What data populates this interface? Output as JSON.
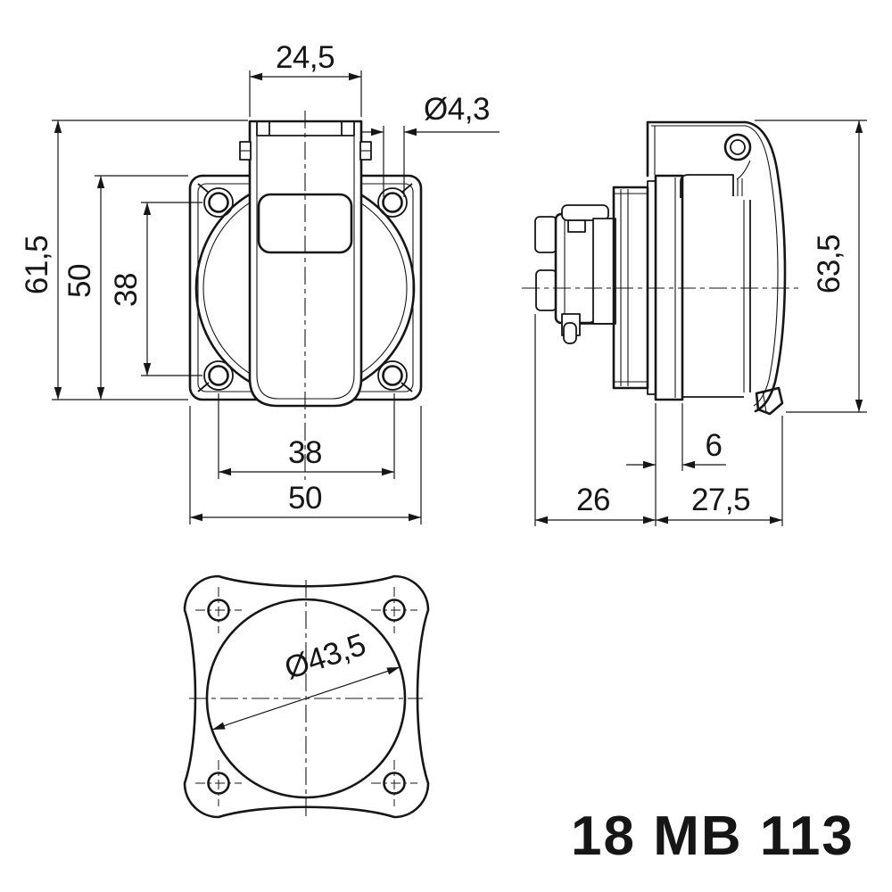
{
  "drawing": {
    "part_number": "18 MB 113",
    "views": {
      "front": {
        "dims": {
          "neck_width": "24,5",
          "screw_hole_diameter": "Ø4,3",
          "overall_height": "61,5",
          "flange_height": "50",
          "hole_pitch_vertical": "38",
          "hole_pitch_horizontal": "38",
          "flange_width": "50"
        }
      },
      "side": {
        "dims": {
          "overall_height": "63,5",
          "flange_thickness": "6",
          "depth_behind_panel": "26",
          "depth_in_front_of_panel": "27,5"
        }
      },
      "cutout": {
        "dims": {
          "panel_cutout_diameter": "Ø43,5"
        }
      }
    },
    "colors": {
      "line": "#161616",
      "background": "#ffffff"
    }
  }
}
